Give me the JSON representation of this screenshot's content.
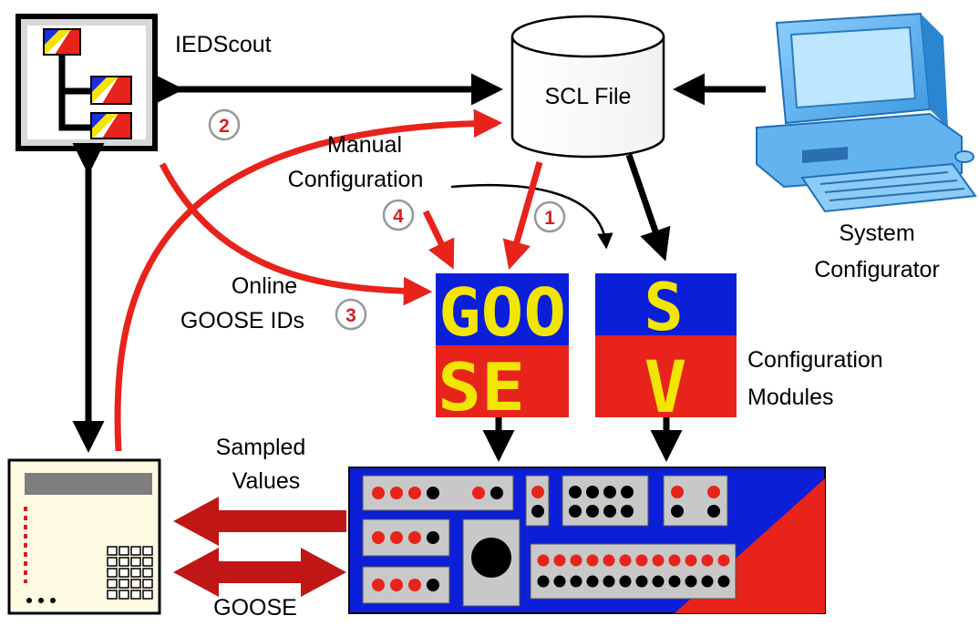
{
  "labels": {
    "iedscout": "IEDScout",
    "scl_file": "SCL File",
    "system_configurator_line1": "System",
    "system_configurator_line2": "Configurator",
    "manual_configuration_line1": "Manual",
    "manual_configuration_line2": "Configuration",
    "online_goose_ids_line1": "Online",
    "online_goose_ids_line2": "GOOSE IDs",
    "configuration_modules_line1": "Configuration",
    "configuration_modules_line2": "Modules",
    "sampled_values_line1": "Sampled",
    "sampled_values_line2": "Values",
    "goose": "GOOSE"
  },
  "badges": {
    "b1": "1",
    "b2": "2",
    "b3": "3",
    "b4": "4"
  },
  "modules": {
    "goose_top": "GOO",
    "goose_bottom": "SE",
    "sv_top": "S",
    "sv_bottom": "V"
  },
  "colors": {
    "red": "#e8231c",
    "dark_red": "#b01010",
    "blue": "#0b1fd8",
    "yellow": "#f2e600",
    "panel_grey": "#c8c8c8",
    "monitor_blue": "#5fb4f0"
  }
}
